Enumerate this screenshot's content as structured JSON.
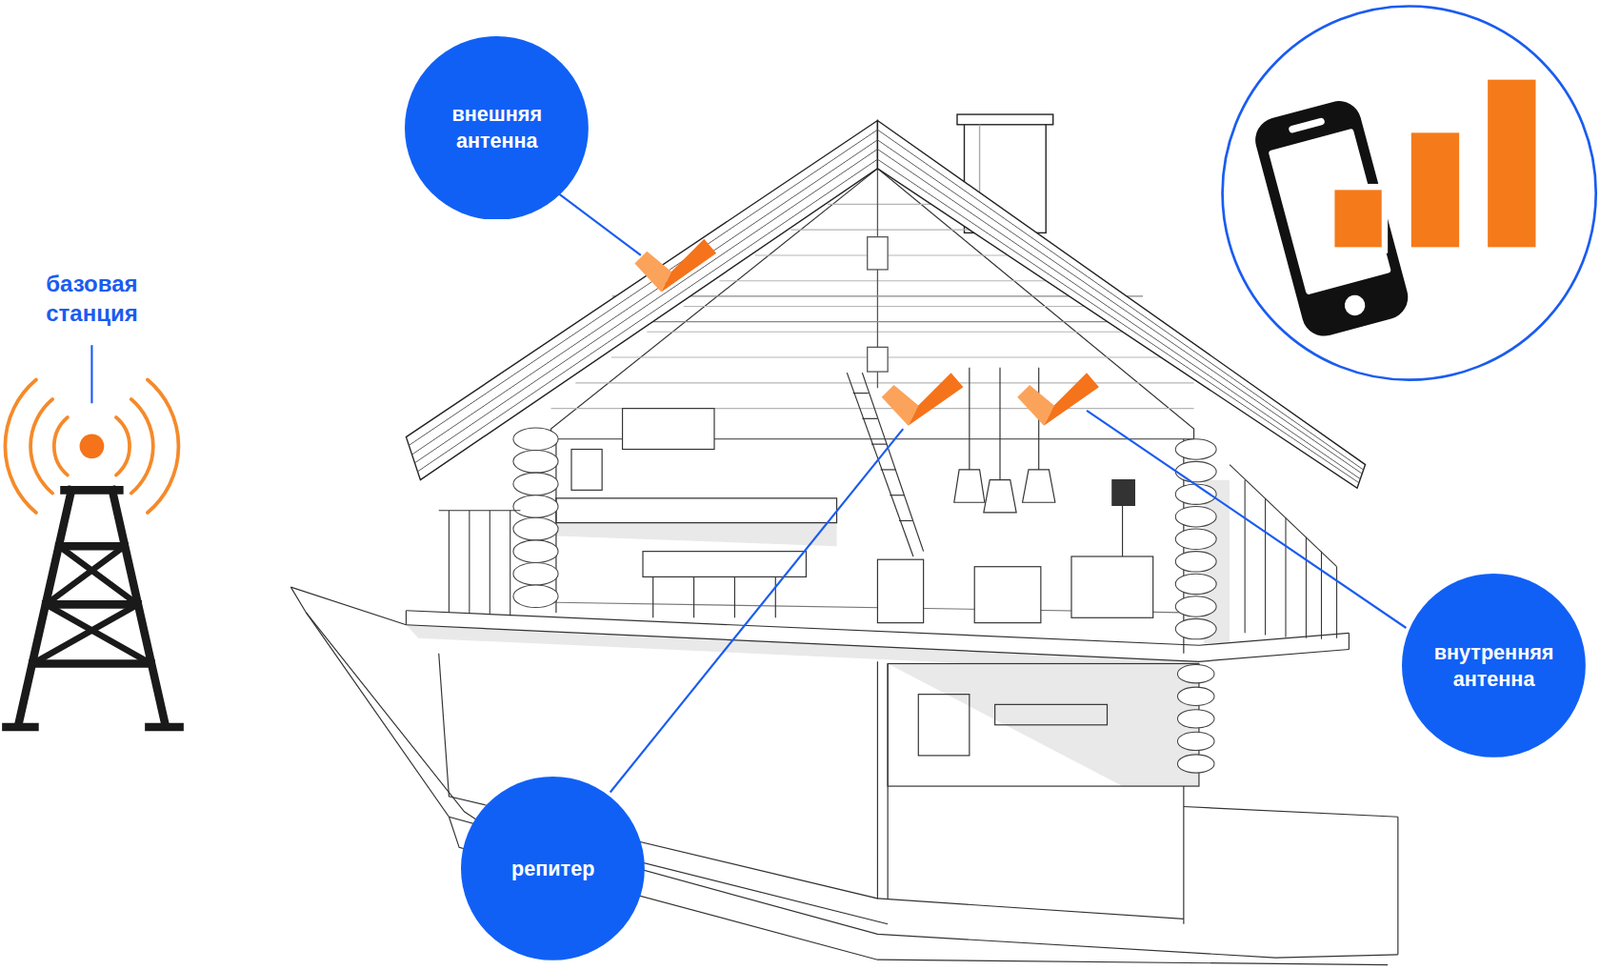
{
  "diagram": {
    "nodes": [
      {
        "text": [
          "внешняя антенна"
        ]
      },
      {
        "text": [
          "внутренняя антенна"
        ]
      },
      {
        "text": [
          "репитер"
        ]
      }
    ],
    "labels": [
      "базовая станция"
    ]
  }
}
